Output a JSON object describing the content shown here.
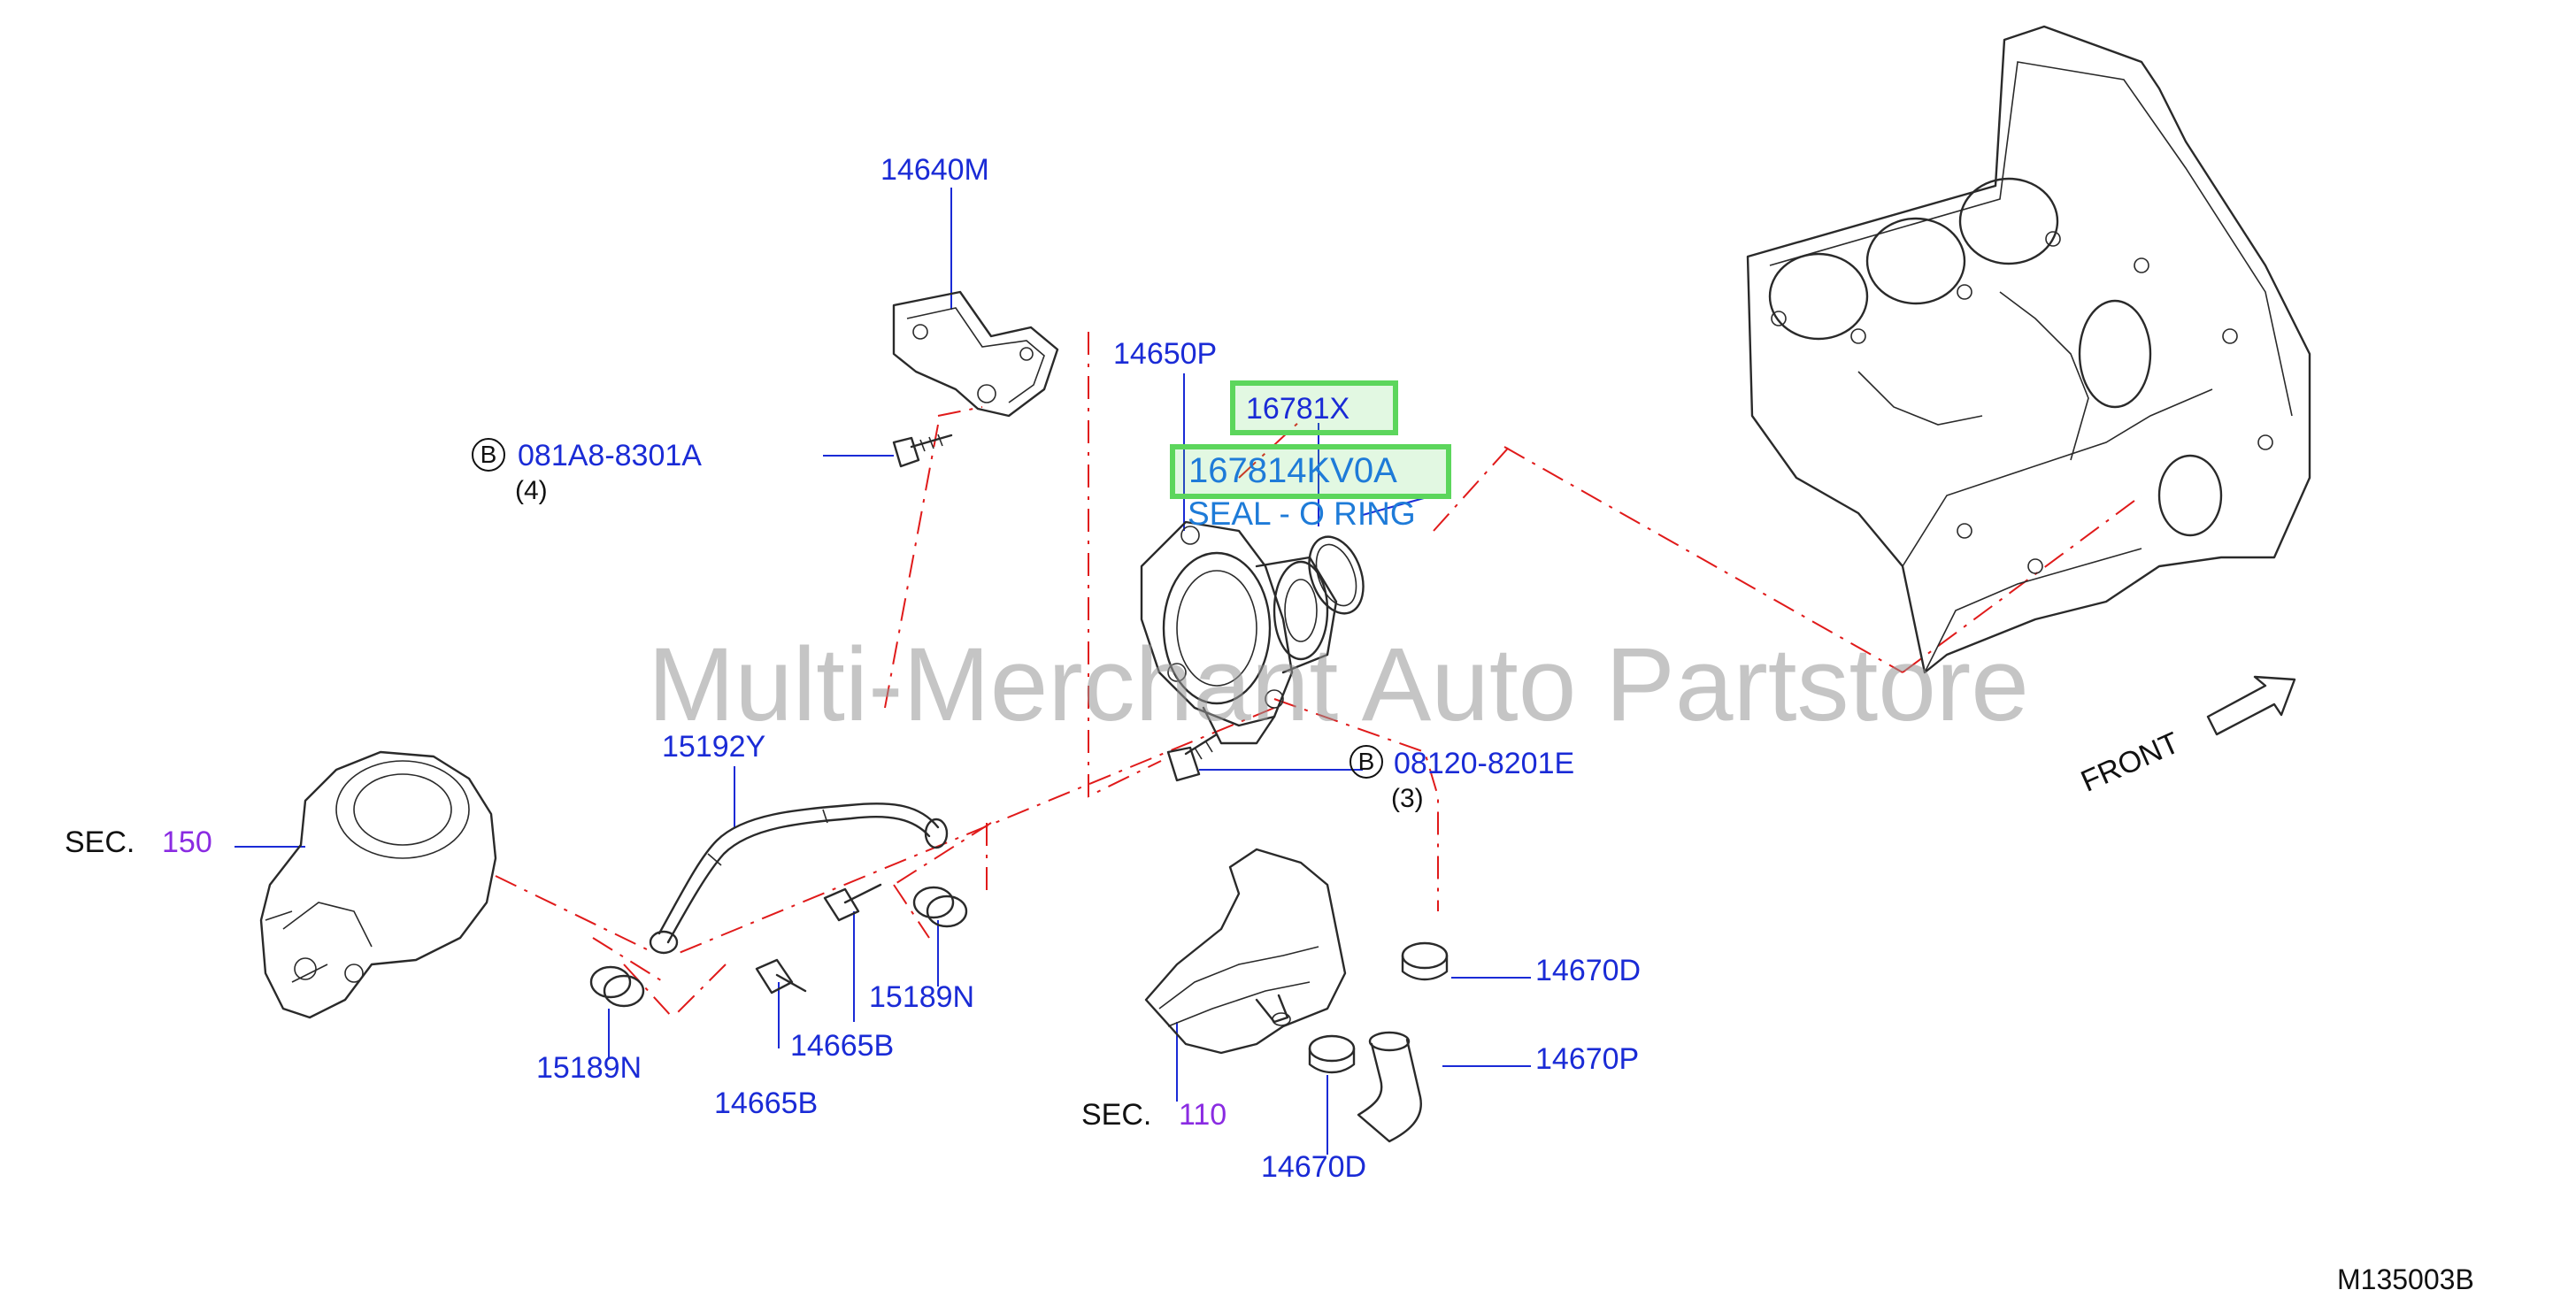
{
  "watermark": "Multi-Merchant Auto Partstore",
  "diagram_code": "M135003B",
  "front_label": "FRONT",
  "highlight": {
    "part_number": "16781X",
    "oem_number": "167814KV0A",
    "description": "SEAL - O RING"
  },
  "callouts": {
    "p14640M": "14640M",
    "bolt_081A8_code": "081A8-8301A",
    "bolt_081A8_qty": "(4)",
    "p14650P": "14650P",
    "bolt_08120_code": "08120-8201E",
    "bolt_08120_qty": "(3)",
    "p15192Y": "15192Y",
    "sec150_prefix": "SEC.",
    "sec150_num": "150",
    "p15189N_left": "15189N",
    "p15189N_right": "15189N",
    "p14665B_upper": "14665B",
    "p14665B_lower": "14665B",
    "sec110_prefix": "SEC.",
    "sec110_num": "110",
    "p14670D_upper": "14670D",
    "p14670P": "14670P",
    "p14670D_lower": "14670D",
    "bolt_marker": "B"
  },
  "colors": {
    "part_number": "#1a2bd6",
    "section_number": "#8a2be2",
    "highlight_border": "#5cd65c",
    "dash_line": "#e01a1a"
  }
}
